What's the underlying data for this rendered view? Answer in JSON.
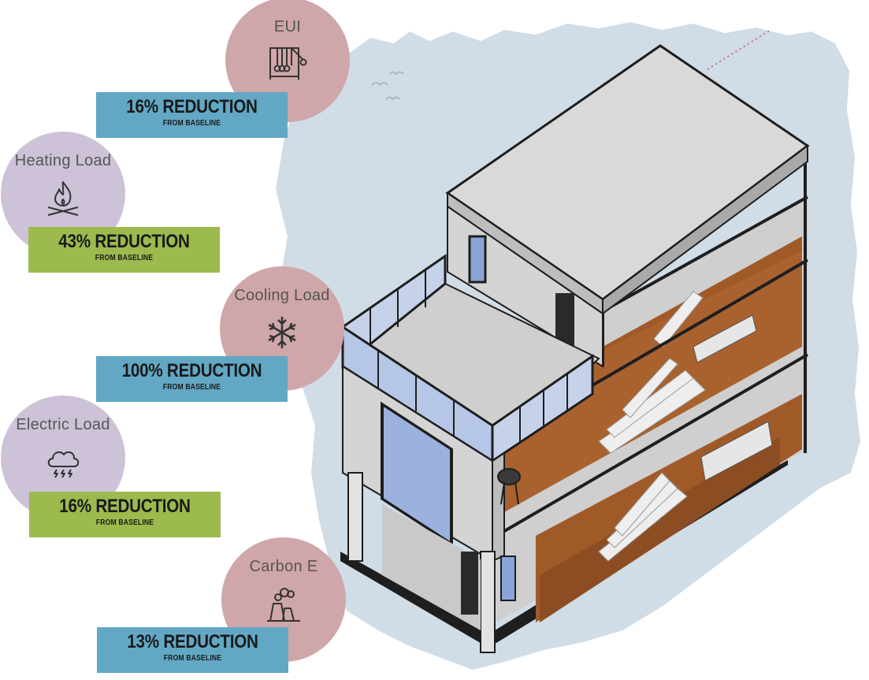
{
  "colors": {
    "circle_rose": "#cfa6a9",
    "circle_lavender": "#cdc2d8",
    "banner_blue": "#62a8c5",
    "banner_green": "#9cba4d",
    "backdrop": "#d0dce6",
    "wall": "#d6d6d6",
    "wood": "#a05a28"
  },
  "metrics": [
    {
      "label": "EUI",
      "icon": "newtons-cradle-icon",
      "reduction": "16% REDUCTION",
      "note": "FROM BASELINE",
      "circle_color": "rose",
      "banner_color": "blue"
    },
    {
      "label": "Heating Load",
      "icon": "fire-icon",
      "reduction": "43% REDUCTION",
      "note": "FROM BASELINE",
      "circle_color": "lavender",
      "banner_color": "green"
    },
    {
      "label": "Cooling Load",
      "icon": "snowflake-icon",
      "reduction": "100% REDUCTION",
      "note": "FROM BASELINE",
      "circle_color": "rose",
      "banner_color": "blue"
    },
    {
      "label": "Electric Load",
      "icon": "storm-cloud-icon",
      "reduction": "16% REDUCTION",
      "note": "FROM BASELINE",
      "circle_color": "lavender",
      "banner_color": "green"
    },
    {
      "label": "Carbon E",
      "icon": "factory-smoke-icon",
      "reduction": "13% REDUCTION",
      "note": "FROM BASELINE",
      "circle_color": "rose",
      "banner_color": "blue"
    }
  ]
}
